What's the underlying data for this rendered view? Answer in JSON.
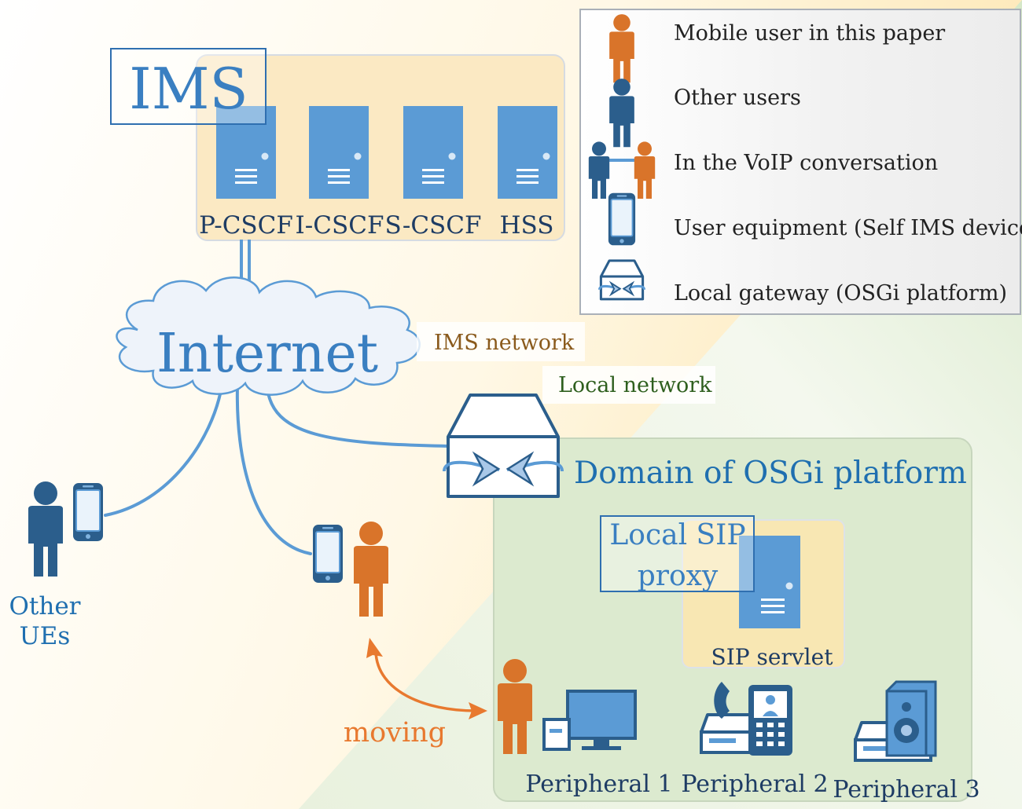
{
  "ims": {
    "title": "IMS",
    "servers": [
      "P-CSCF",
      "I-CSCF",
      "S-CSCF",
      "HSS"
    ]
  },
  "internet": {
    "label": "Internet"
  },
  "networks": {
    "ims_label": "IMS network",
    "local_label": "Local network"
  },
  "osgi": {
    "domain_label": "Domain of OSGi platform",
    "proxy_label_line1": "Local SIP",
    "proxy_label_line2": "proxy",
    "servlet_label": "SIP servlet"
  },
  "other_ues": {
    "line1": "Other",
    "line2": "UEs"
  },
  "moving_label": "moving",
  "peripherals": [
    "Peripheral 1",
    "Peripheral 2",
    "Peripheral 3"
  ],
  "legend": {
    "items": [
      {
        "icon": "mobile-user-icon",
        "label": "Mobile user in this paper"
      },
      {
        "icon": "other-user-icon",
        "label": "Other users"
      },
      {
        "icon": "voip-conversation-icon",
        "label": "In the VoIP conversation"
      },
      {
        "icon": "smartphone-icon",
        "label": "User equipment (Self IMS device)"
      },
      {
        "icon": "gateway-icon",
        "label": "Local gateway (OSGi platform)"
      }
    ]
  },
  "colors": {
    "blue": "#5b9bd5",
    "dark_blue": "#2b5e8c",
    "orange": "#d9742a",
    "ims_bg": "#fbe9c3",
    "osgi_bg": "#dceacf",
    "text_blue": "#1f6fb0",
    "text_dark": "#1e3c64"
  }
}
